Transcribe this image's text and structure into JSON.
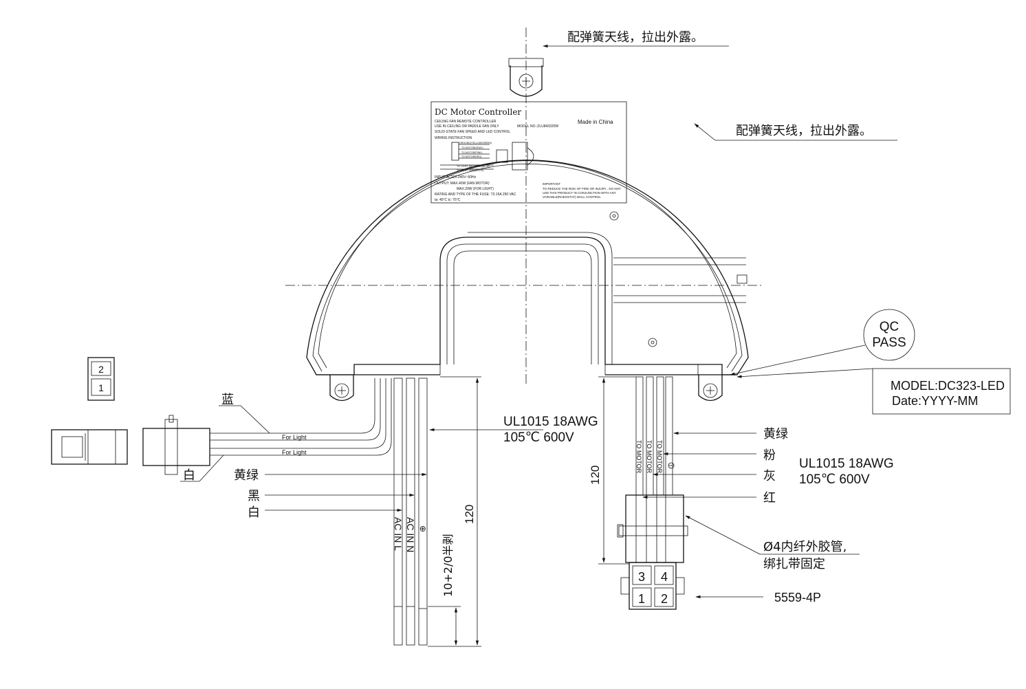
{
  "callouts": {
    "antenna_top": "配弹簧天线，拉出外露。",
    "antenna_right": "配弹簧天线，拉出外露。",
    "qc_line1": "QC",
    "qc_line2": "PASS",
    "model_line1": "MODEL:DC323-LED",
    "model_line2": "Date:YYYY-MM"
  },
  "label_plate": {
    "title": "DC Motor Controller",
    "made_in": "Made in China",
    "line1": "CEILING FAN REMOTE CONTROLLER",
    "line2": "USE IN CEILING OR PADDLE FAN ONLY",
    "model_no": "MODEL NO.:ZLU843320W",
    "line3": "SOLID-STATE FAN SPEED AND LED CONTROL",
    "line4": "WIRING INSTRUCTION",
    "wire1": "GROUND(YELLOW/GREEN)",
    "wire2": "TO MOTOR(GRAY)",
    "wire3": "TO MOTOR(PINK)",
    "wire4": "TO MOTOR(RED)",
    "wire5": "TO LIGHT (NEUTRAL)(BLUE)",
    "wire6": "TO LIGHT LINE(WHITE)",
    "input": "INPUT: AC220-240V~50Hz",
    "output1": "OUTPUT: MAX.40W (FAN MOTOR)",
    "output2": "MAX.20W (FOR LIGHT)",
    "rating": "RATING AND TYPE OF THE FUSE: T3.15A 250 VAC",
    "temps": "ta: 45°C    tc: 75°C",
    "important": "IMPORTANT",
    "warn1": "TO REDUCE THE RISK OF FIRE OR INJURY , DO NOT",
    "warn2": "USE THIS PRODUCT IN CONJUNCTION WITH ANY",
    "warn3": "VARIABLE(RHEOSTAT) WALL CONTROL"
  },
  "left_harness": {
    "connector_pin2": "2",
    "connector_pin1": "1",
    "blue_label": "蓝",
    "white_label": "白",
    "for_light_1": "For Light",
    "for_light_2": "For Light",
    "yellow_green": "黄绿",
    "black": "黑",
    "white": "白",
    "wire_spec_line1": "UL1015 18AWG",
    "wire_spec_line2": "105℃ 600V",
    "ac_in_l": "AC IN L",
    "ac_in_n": "AC IN N",
    "ground_symbol": "⊕",
    "dim_120": "120",
    "strip_note": "10+2/0半剥"
  },
  "right_harness": {
    "to_motor_1": "TO MOTOR",
    "to_motor_2": "TO MOTOR",
    "to_motor_3": "TO MOTOR",
    "yellow_green": "黄绿",
    "pink": "粉",
    "gray": "灰",
    "red": "红",
    "wire_spec_line1": "UL1015 18AWG",
    "wire_spec_line2": "105℃ 600V",
    "dim_120": "120",
    "sleeve_line1": "Ø4内纤外胶管,",
    "sleeve_line2": "绑扎带固定",
    "pin3": "3",
    "pin4": "4",
    "pin1": "1",
    "pin2": "2",
    "connector_name": "5559-4P"
  }
}
